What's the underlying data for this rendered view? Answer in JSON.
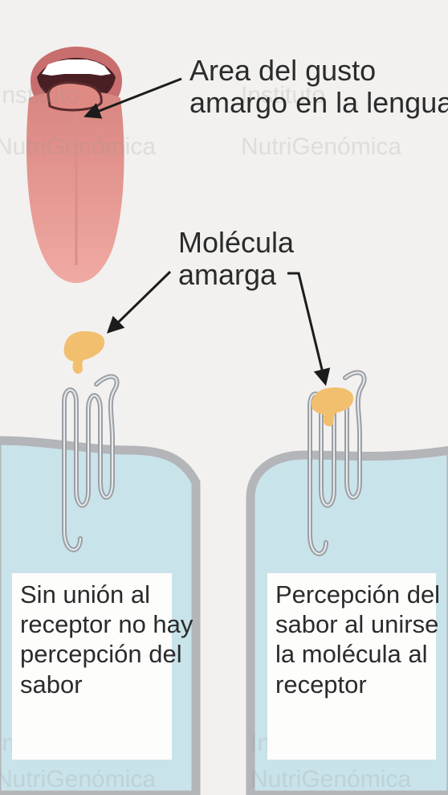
{
  "labels": {
    "tongue_area": [
      "Area del gusto",
      "amargo en la lengua"
    ],
    "bitter_molecule": [
      "Molécula",
      "amarga"
    ]
  },
  "captions": {
    "left": [
      "Sin unión al",
      "receptor no hay",
      "percepción del",
      "sabor"
    ],
    "right": [
      "Percepción del",
      "sabor al unirse",
      "la molécula al",
      "receptor"
    ]
  },
  "watermarks": {
    "line1": "Instituto",
    "line2": "NutriGenómica"
  },
  "colors": {
    "background": "#f2f1ef",
    "cell_fill": "#c9e3ea",
    "membrane": "#b3b5b8",
    "receptor": "#9a9fa5",
    "molecule": "#f2bf6e",
    "tongue": "#e79a94",
    "arrow": "#1c1c1c"
  }
}
